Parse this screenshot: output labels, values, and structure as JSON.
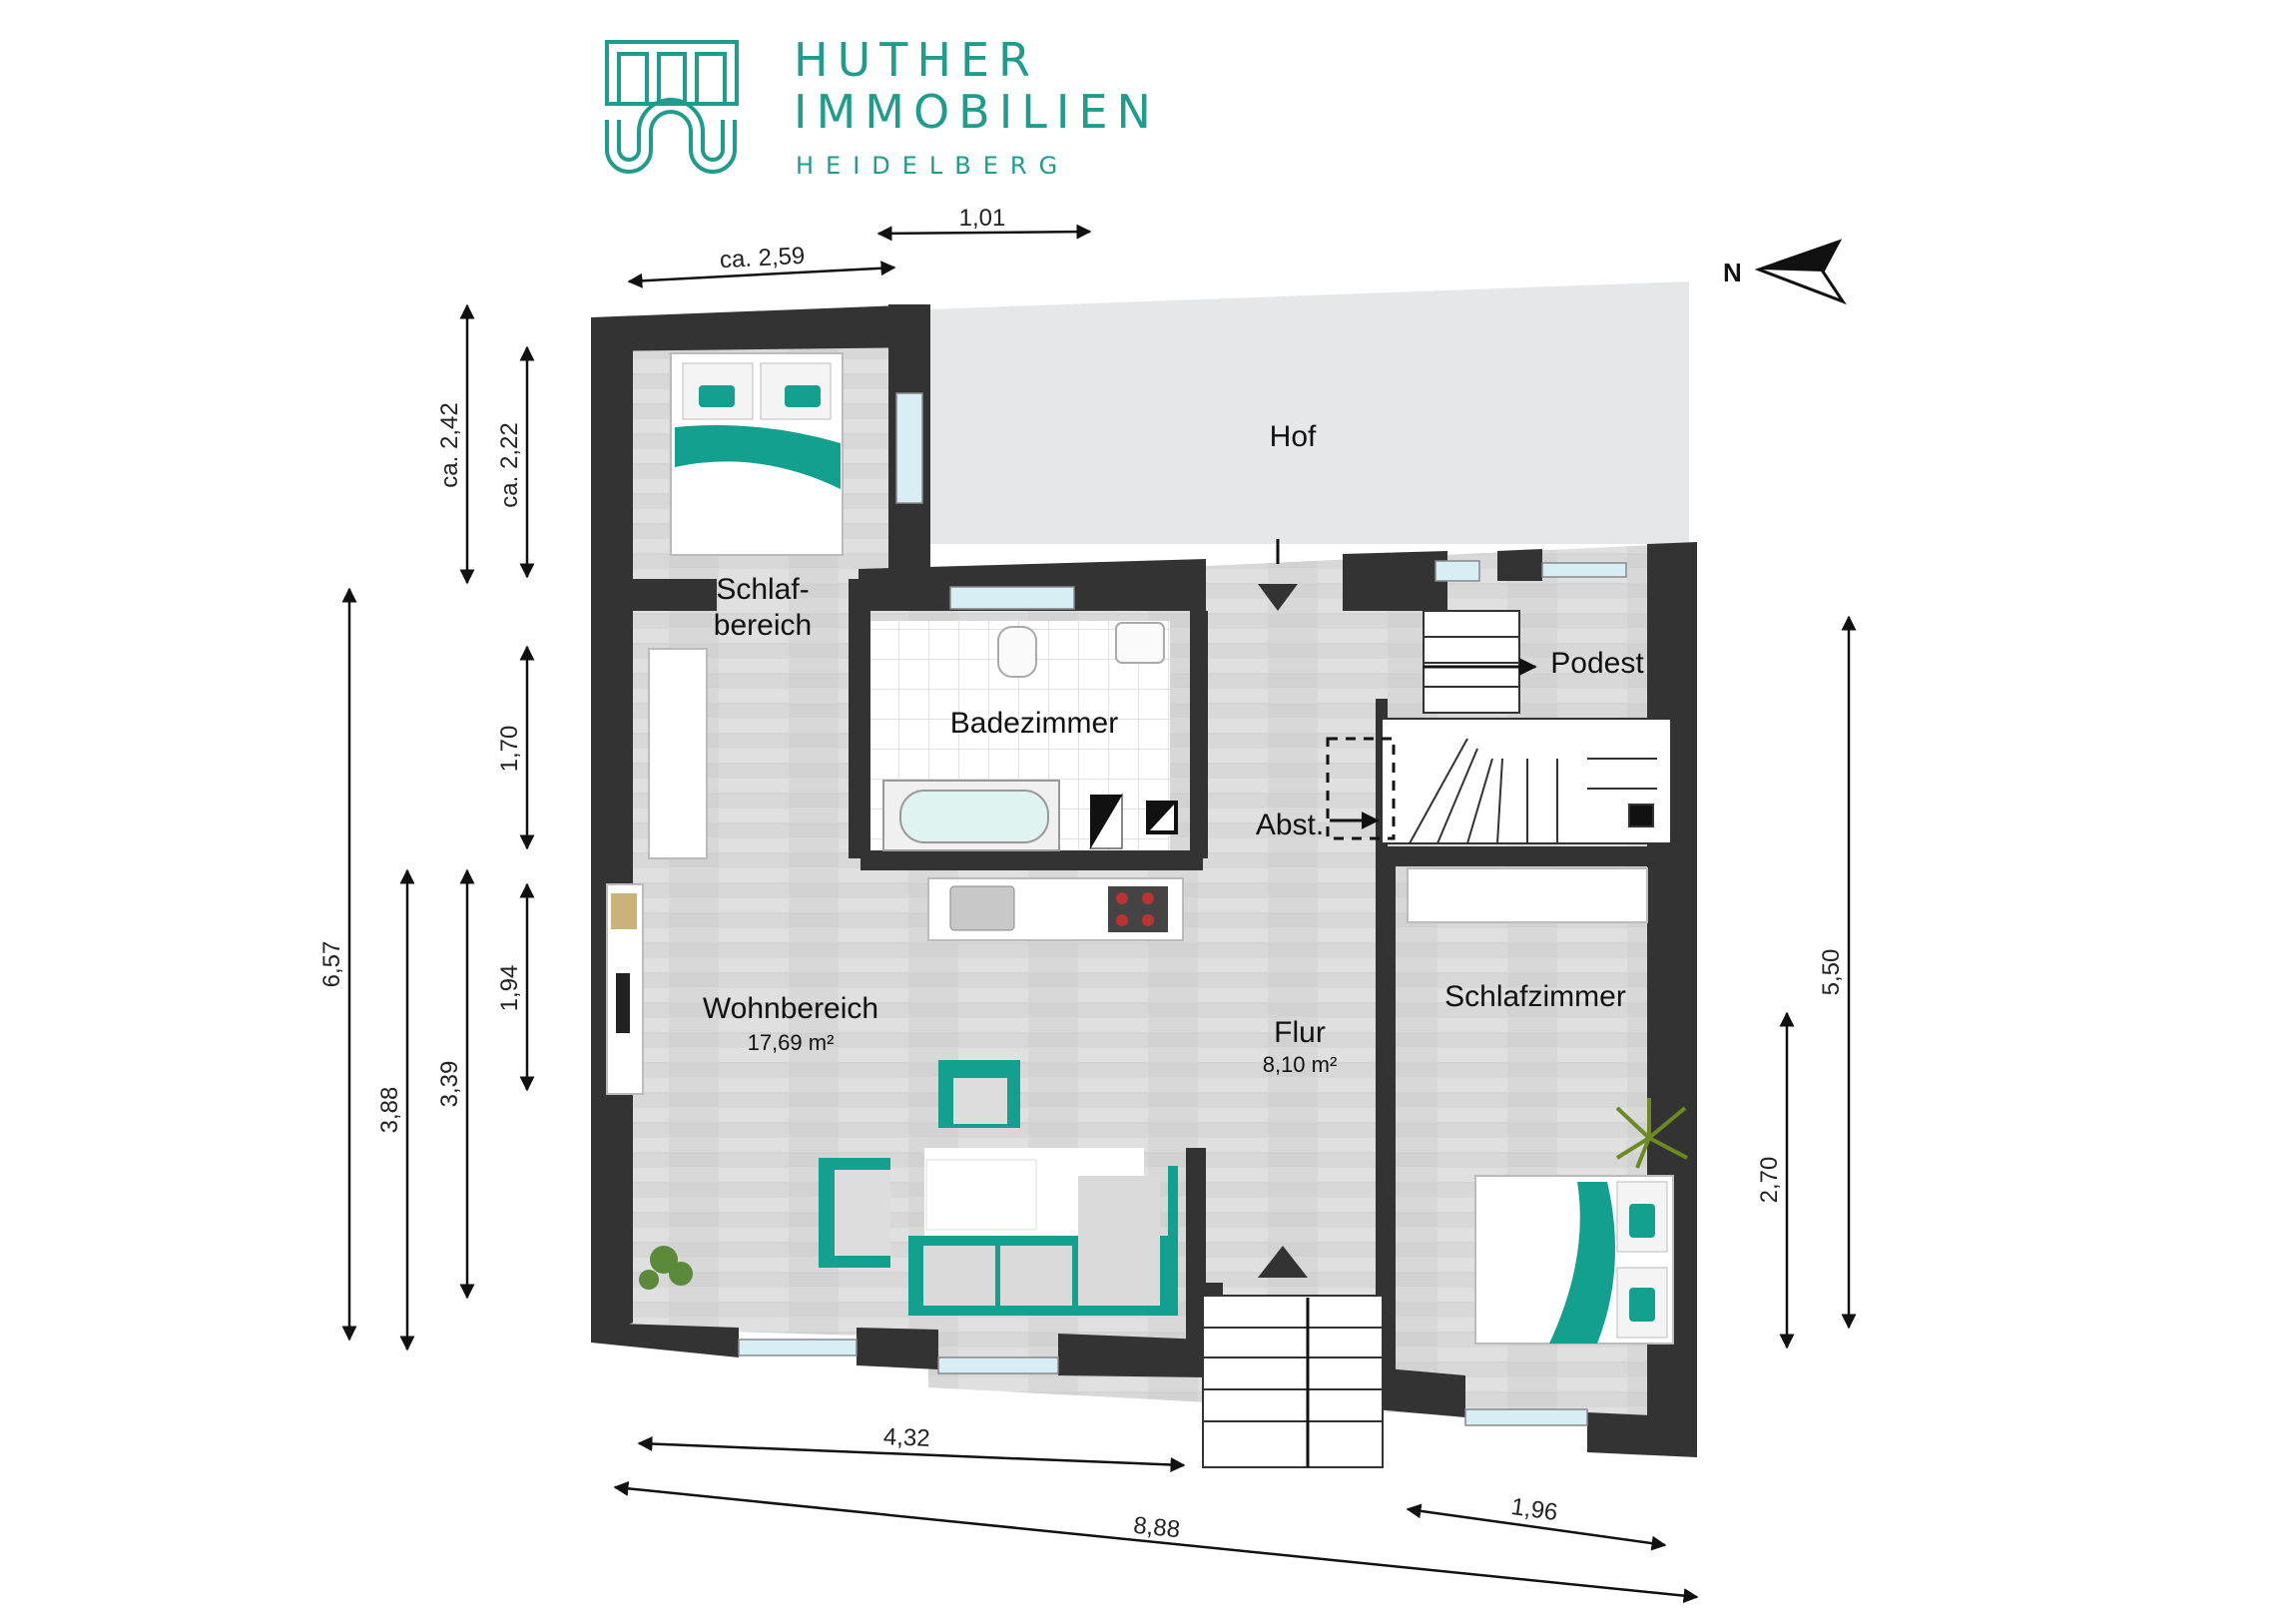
{
  "brand": {
    "line1": "HUTHER",
    "line2": "IMMOBILIEN",
    "line3": "HEIDELBERG",
    "color": "#1f9c8c"
  },
  "compass": {
    "label": "N"
  },
  "rooms": {
    "hof": "Hof",
    "schlafbereich_1": "Schlaf-",
    "schlafbereich_2": "bereich",
    "badezimmer": "Badezimmer",
    "podest": "Podest",
    "abst": "Abst.",
    "wohnbereich": "Wohnbereich",
    "wohnbereich_area": "17,69 m²",
    "flur": "Flur",
    "flur_area": "8,10 m²",
    "schlafzimmer": "Schlafzimmer"
  },
  "dimensions": {
    "top_1": "1,01",
    "top_2": "ca. 2,59",
    "left_a": "ca. 2,42",
    "left_b": "ca. 2,22",
    "left_c": "1,70",
    "left_d": "6,57",
    "left_e": "1,94",
    "left_f": "3,88",
    "left_g": "3,39",
    "right_a": "5,50",
    "right_b": "2,70",
    "bottom_a": "4,32",
    "bottom_b": "8,88",
    "bottom_c": "1,96"
  },
  "colors": {
    "wall": "#333333",
    "floor": "#dcdcdc",
    "courtyard": "#e6e7e9",
    "accent": "#14a08e",
    "window": "#cfeaf2"
  }
}
